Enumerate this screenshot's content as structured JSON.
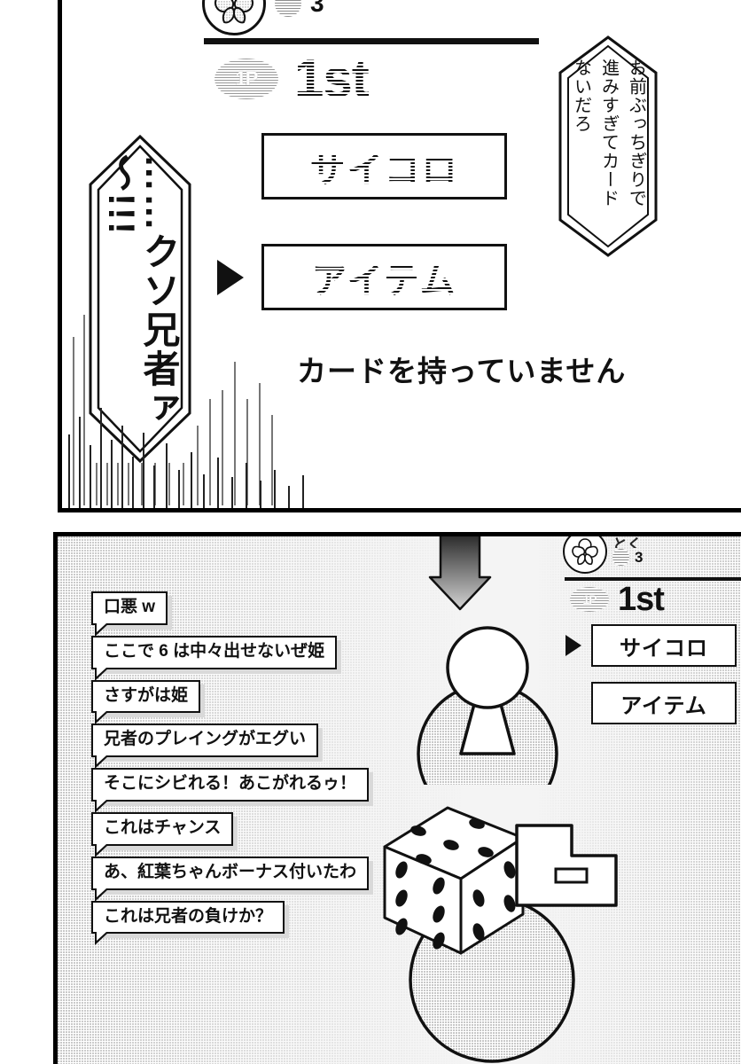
{
  "page": {
    "type": "manga-page",
    "panels": 2
  },
  "hud": {
    "coin_count": "3",
    "player_label": "1P",
    "rank_label": "1st",
    "partial_top_text": "とくろ",
    "menu": {
      "dice_label": "サイコロ",
      "item_label": "アイテム",
      "selected_top": "アイテム",
      "selected_bottom": "サイコロ"
    },
    "status_text": "カードを持っていません",
    "icons": {
      "sakura": "sakura-flower-icon",
      "coin": "coin-icon",
      "cursor": "selection-cursor-icon"
    }
  },
  "dialogue": {
    "right_bubble": {
      "lines": [
        "お前ぶっちぎりで",
        "進みすぎてカード",
        "ないだろ"
      ],
      "orientation": "vertical"
    },
    "left_bubble": {
      "lines": [
        "……クソ兄者ァ～!!!"
      ],
      "orientation": "vertical"
    }
  },
  "chat": {
    "comments": [
      "口悪 w",
      "ここで 6 は中々出せないぜ姫",
      "さすがは姫",
      "兄者のプレイングがエグい",
      "そこにシビれる！あこがれるゥ！",
      "これはチャンス",
      "あ、紅葉ちゃんボーナス付いたわ",
      "これは兄者の負けか？"
    ]
  },
  "board": {
    "die": {
      "top_face": 5,
      "left_face": 6,
      "right_face": 4
    },
    "pieces": [
      "player-pawn",
      "board-space-marker",
      "board-tile"
    ],
    "arrow": "down-arrow-indicator"
  },
  "colors": {
    "ink": "#111111",
    "paper": "#ffffff",
    "tone_gray": "#9a9a9a",
    "shadow_gray": "#d9d9d9"
  }
}
